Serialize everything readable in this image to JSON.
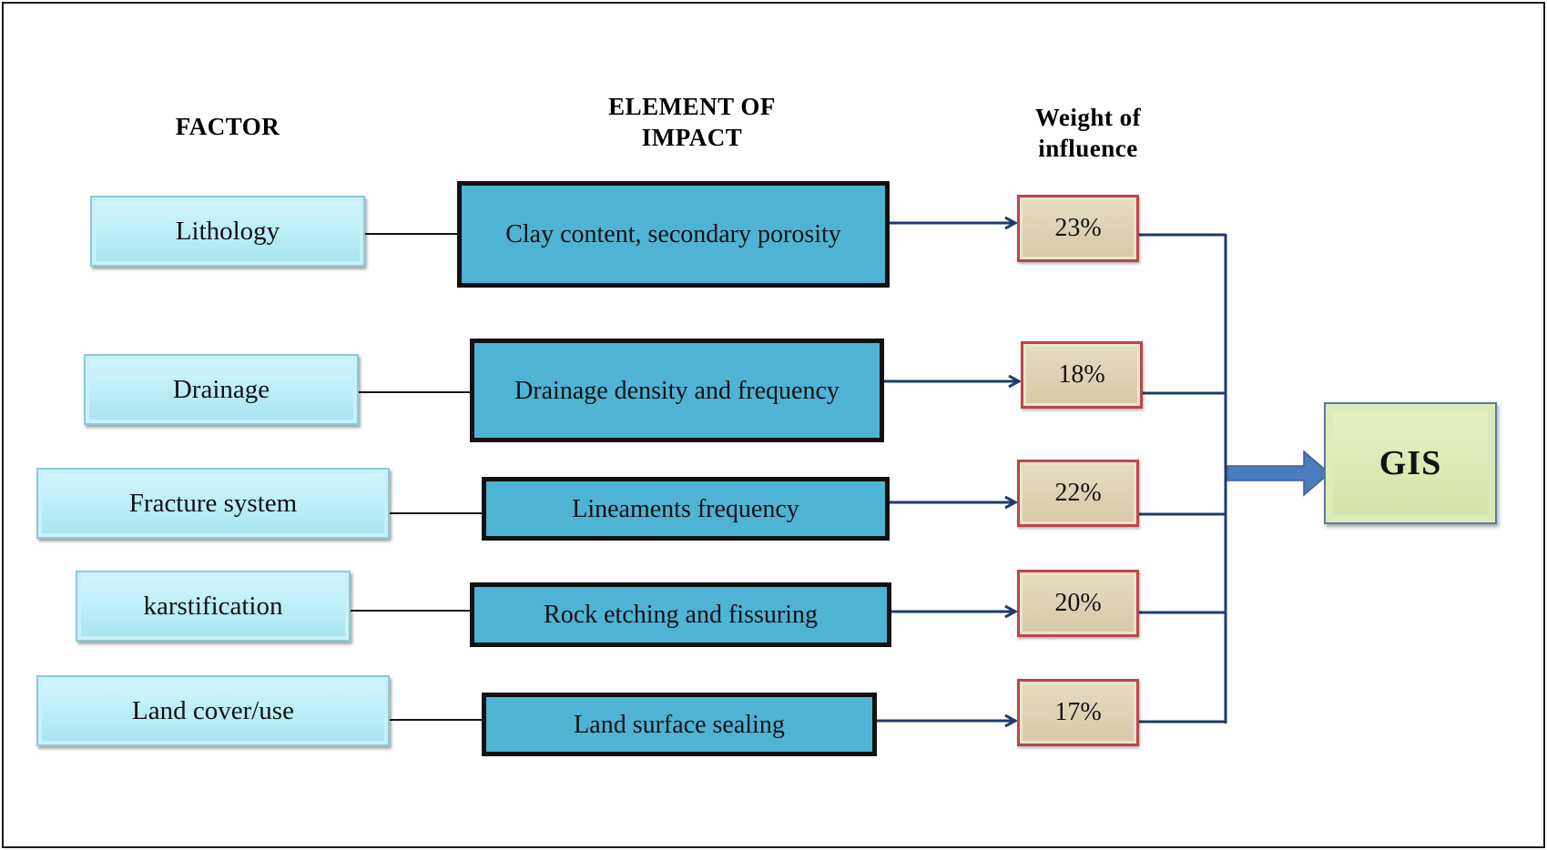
{
  "headers": {
    "factor": "FACTOR",
    "element": "ELEMENT OF\nIMPACT",
    "weight": "Weight of\ninfluence"
  },
  "rows": [
    {
      "factor": "Lithology",
      "element": "Clay content, secondary porosity",
      "weight": "23%"
    },
    {
      "factor": "Drainage",
      "element": "Drainage density and frequency",
      "weight": "18%"
    },
    {
      "factor": "Fracture system",
      "element": "Lineaments frequency",
      "weight": "22%"
    },
    {
      "factor": "karstification",
      "element": "Rock etching and fissuring",
      "weight": "20%"
    },
    {
      "factor": "Land cover/use",
      "element": "Land surface sealing",
      "weight": "17%"
    }
  ],
  "output": {
    "label": "GIS"
  },
  "colors": {
    "factor_fill": "#bdeef8",
    "element_fill": "#4fb3d4",
    "weight_fill": "#d6c9a6",
    "weight_border": "#b9474a",
    "gis_fill": "#d3e2a8",
    "arrow": "#1f3b6b",
    "big_arrow": "#4a7bbd"
  }
}
